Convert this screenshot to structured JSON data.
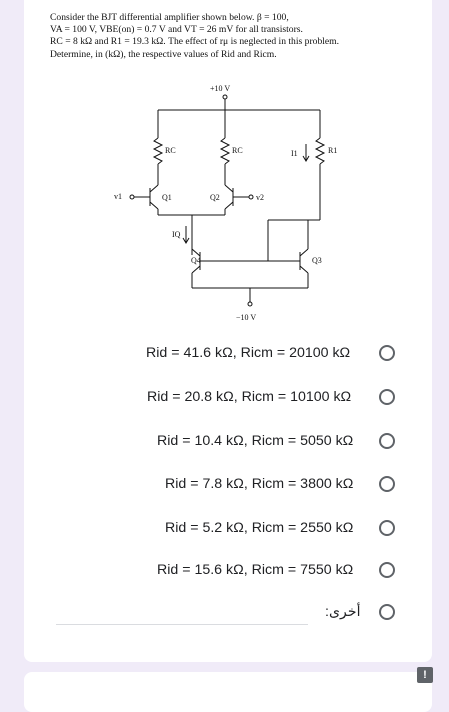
{
  "question": {
    "lines": [
      "Consider the BJT differential amplifier shown below. β = 100,",
      "VA = 100 V, VBE(on) = 0.7 V and VT = 26 mV for all transistors.",
      "RC = 8 kΩ and R1 = 19.3 kΩ. The effect of rμ is neglected in this problem.",
      "Determine, in (kΩ), the respective values of Rid and Ricm."
    ]
  },
  "circuit": {
    "vplus": "+10 V",
    "vminus": "−10 V",
    "rc_left": "RC",
    "rc_right": "RC",
    "r1": "R1",
    "i1": "I1",
    "iq": "IQ",
    "q1": "Q1",
    "q2": "Q2",
    "q3": "Q3",
    "q4": "Q4",
    "v1": "v1",
    "v2": "v2"
  },
  "options": [
    {
      "label": "Rid = 41.6 kΩ, Ricm = 20100 kΩ"
    },
    {
      "label": "Rid = 20.8 kΩ, Ricm = 10100 kΩ"
    },
    {
      "label": "Rid = 10.4 kΩ, Ricm = 5050 kΩ"
    },
    {
      "label": "Rid = 7.8 kΩ, Ricm = 3800 kΩ"
    },
    {
      "label": "Rid = 5.2 kΩ, Ricm = 2550 kΩ"
    },
    {
      "label": "Rid = 15.6 kΩ, Ricm = 7550 kΩ"
    }
  ],
  "other_label": "أخرى:",
  "report_icon": "!"
}
